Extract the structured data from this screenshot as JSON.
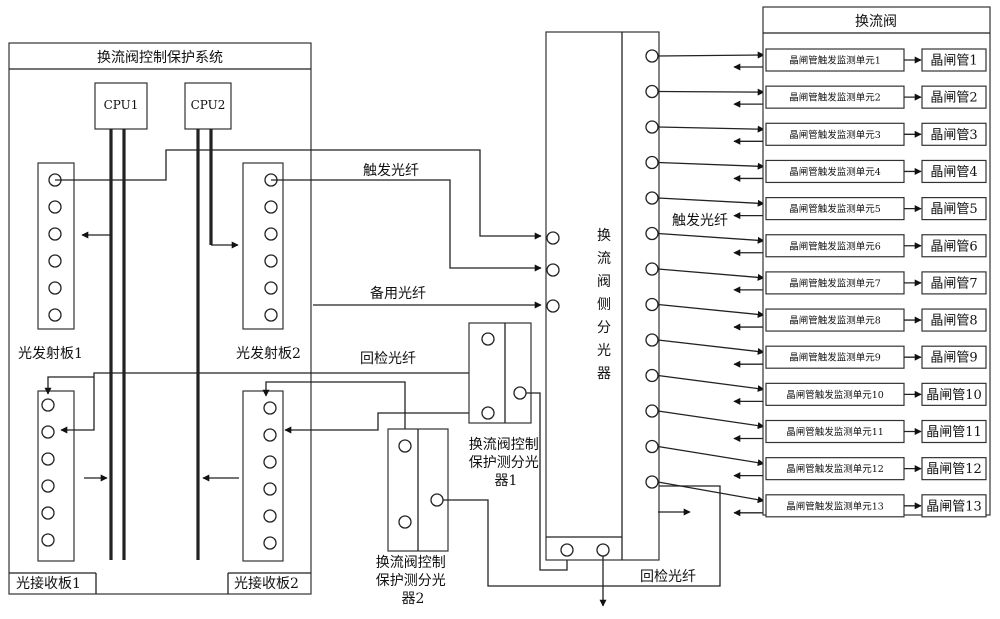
{
  "system": {
    "title": "换流阀控制保护系统",
    "cpu1": "CPU1",
    "cpu2": "CPU2",
    "tx1": "光发射板1",
    "tx2": "光发射板2",
    "rx1": "光接收板1",
    "rx2": "光接收板2"
  },
  "labels": {
    "trigger_fiber_left": "触发光纤",
    "spare_fiber": "备用光纤",
    "return_fiber_left": "回检光纤",
    "trigger_fiber_right": "触发光纤",
    "return_fiber_bottom": "回检光纤"
  },
  "splitter": {
    "chars": [
      "换",
      "流",
      "阀",
      "侧",
      "分",
      "光",
      "器"
    ]
  },
  "protect1": {
    "lines": [
      "换流阀控制",
      "保护测分光",
      "器1"
    ]
  },
  "protect2": {
    "lines": [
      "换流阀控制",
      "保护测分光",
      "器2"
    ]
  },
  "valve": {
    "title": "换流阀",
    "units": [
      "晶闸管触发监测单元1",
      "晶闸管触发监测单元2",
      "晶闸管触发监测单元3",
      "晶闸管触发监测单元4",
      "晶闸管触发监测单元5",
      "晶闸管触发监测单元6",
      "晶闸管触发监测单元7",
      "晶闸管触发监测单元8",
      "晶闸管触发监测单元9",
      "晶闸管触发监测单元10",
      "晶闸管触发监测单元11",
      "晶闸管触发监测单元12",
      "晶闸管触发监测单元13"
    ],
    "thyristors": [
      "晶闸管1",
      "晶闸管2",
      "晶闸管3",
      "晶闸管4",
      "晶闸管5",
      "晶闸管6",
      "晶闸管7",
      "晶闸管8",
      "晶闸管9",
      "晶闸管10",
      "晶闸管11",
      "晶闸管12",
      "晶闸管13"
    ]
  }
}
